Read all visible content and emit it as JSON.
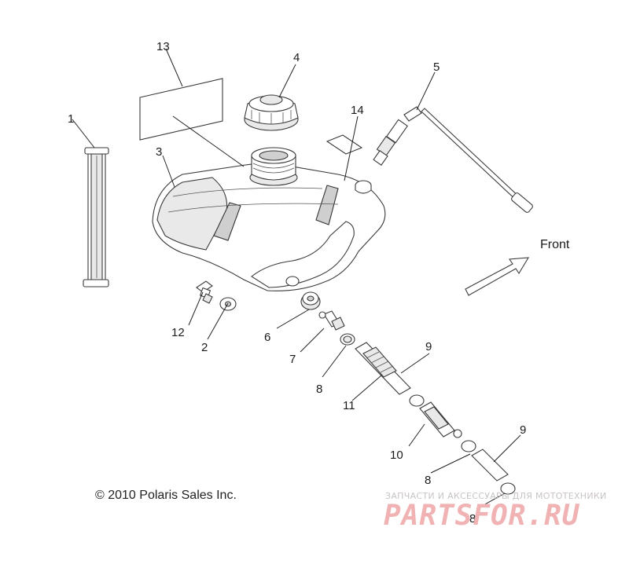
{
  "callouts": [
    {
      "label": "1"
    },
    {
      "label": "2"
    },
    {
      "label": "3"
    },
    {
      "label": "4"
    },
    {
      "label": "5"
    },
    {
      "label": "6"
    },
    {
      "label": "7"
    },
    {
      "label": "8"
    },
    {
      "label": "8"
    },
    {
      "label": "8"
    },
    {
      "label": "9"
    },
    {
      "label": "9"
    },
    {
      "label": "10"
    },
    {
      "label": "11"
    },
    {
      "label": "12"
    },
    {
      "label": "13"
    },
    {
      "label": "14"
    }
  ],
  "direction": {
    "label": "Front"
  },
  "copyright": "© 2010 Polaris Sales Inc.",
  "watermark": {
    "caption": "ЗАПЧАСТИ И АКСЕССУАРЫ ДЛЯ МОТОТЕХНИКИ",
    "logo": "PARTSFOR.RU"
  },
  "colors": {
    "line": "#3a3a3a",
    "watermark_logo": "#f0b2b2",
    "watermark_caption": "#c9c3c3"
  }
}
